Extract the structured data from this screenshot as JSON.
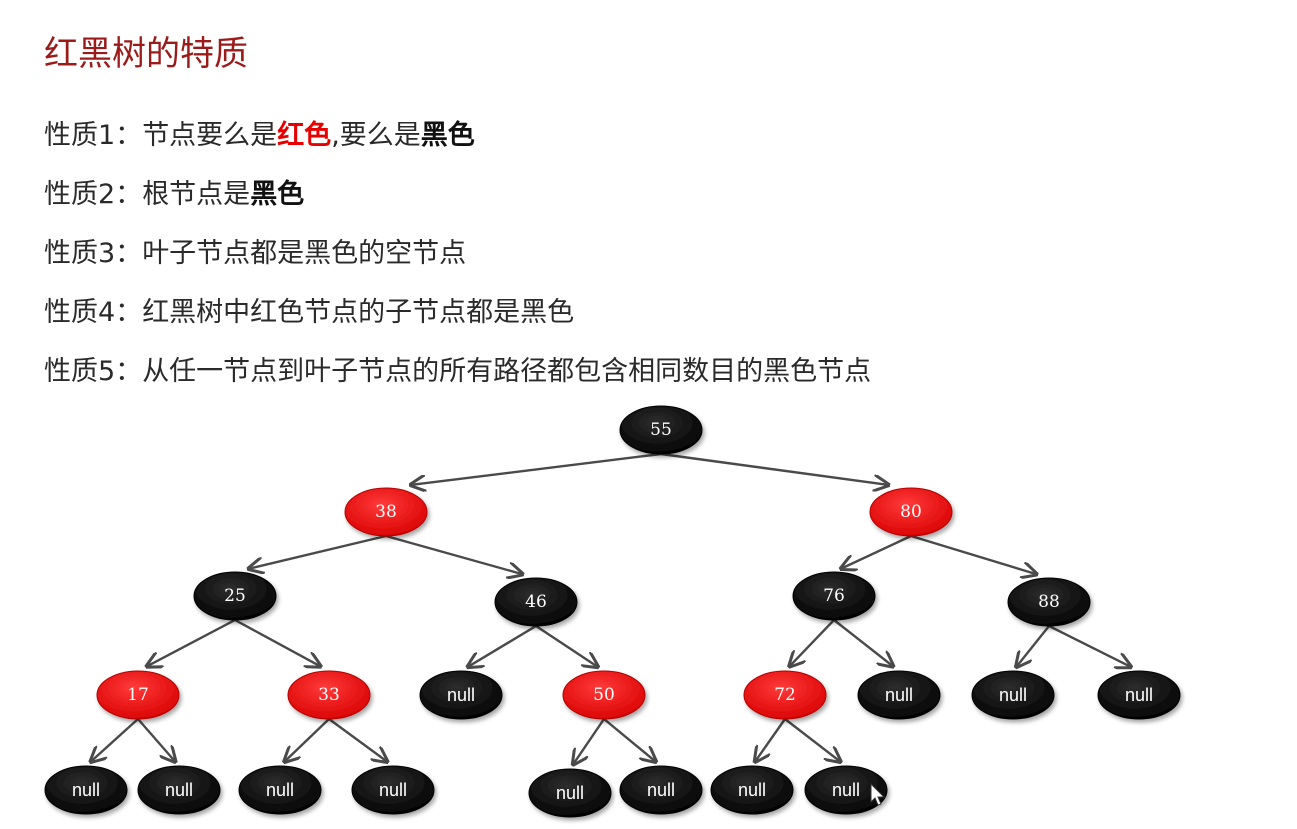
{
  "title": "红黑树的特质",
  "properties": [
    {
      "prefix": "性质1：",
      "parts": [
        {
          "text": "节点要么是",
          "style": "normal"
        },
        {
          "text": "红色",
          "style": "red"
        },
        {
          "text": ",要么是",
          "style": "normal"
        },
        {
          "text": "黑色",
          "style": "black"
        }
      ]
    },
    {
      "prefix": "性质2：",
      "parts": [
        {
          "text": "根节点是",
          "style": "normal"
        },
        {
          "text": "黑色",
          "style": "black"
        }
      ]
    },
    {
      "prefix": "性质3：",
      "parts": [
        {
          "text": "叶子节点都是黑色的空节点",
          "style": "normal"
        }
      ]
    },
    {
      "prefix": "性质4：",
      "parts": [
        {
          "text": "红黑树中红色节点的子节点都是黑色",
          "style": "normal"
        }
      ]
    },
    {
      "prefix": "性质5：",
      "parts": [
        {
          "text": "从任一节点到叶子节点的所有路径都包含相同数目的黑色节点",
          "style": "normal"
        }
      ]
    }
  ],
  "colors": {
    "red_node": "#ee0000",
    "black_node": "#000000",
    "node_text": "#ffffff",
    "title": "#9b1b1b",
    "highlight_red": "#e60000"
  },
  "tree": {
    "nodes": [
      {
        "id": "n55",
        "label": "55",
        "color": "black"
      },
      {
        "id": "n38",
        "label": "38",
        "color": "red"
      },
      {
        "id": "n80",
        "label": "80",
        "color": "red"
      },
      {
        "id": "n25",
        "label": "25",
        "color": "black"
      },
      {
        "id": "n46",
        "label": "46",
        "color": "black"
      },
      {
        "id": "n76",
        "label": "76",
        "color": "black"
      },
      {
        "id": "n88",
        "label": "88",
        "color": "black"
      },
      {
        "id": "n17",
        "label": "17",
        "color": "red"
      },
      {
        "id": "n33",
        "label": "33",
        "color": "red"
      },
      {
        "id": "nl46",
        "label": "null",
        "color": "black"
      },
      {
        "id": "n50",
        "label": "50",
        "color": "red"
      },
      {
        "id": "n72",
        "label": "72",
        "color": "red"
      },
      {
        "id": "nr76",
        "label": "null",
        "color": "black"
      },
      {
        "id": "nl88",
        "label": "null",
        "color": "black"
      },
      {
        "id": "nr88",
        "label": "null",
        "color": "black"
      },
      {
        "id": "nl17",
        "label": "null",
        "color": "black"
      },
      {
        "id": "nr17",
        "label": "null",
        "color": "black"
      },
      {
        "id": "nl33",
        "label": "null",
        "color": "black"
      },
      {
        "id": "nr33",
        "label": "null",
        "color": "black"
      },
      {
        "id": "nl50",
        "label": "null",
        "color": "black"
      },
      {
        "id": "nr50",
        "label": "null",
        "color": "black"
      },
      {
        "id": "nl72",
        "label": "null",
        "color": "black"
      },
      {
        "id": "nr72",
        "label": "null",
        "color": "black"
      }
    ],
    "edges": [
      [
        "n55",
        "n38"
      ],
      [
        "n55",
        "n80"
      ],
      [
        "n38",
        "n25"
      ],
      [
        "n38",
        "n46"
      ],
      [
        "n80",
        "n76"
      ],
      [
        "n80",
        "n88"
      ],
      [
        "n25",
        "n17"
      ],
      [
        "n25",
        "n33"
      ],
      [
        "n46",
        "nl46"
      ],
      [
        "n46",
        "n50"
      ],
      [
        "n76",
        "n72"
      ],
      [
        "n76",
        "nr76"
      ],
      [
        "n88",
        "nl88"
      ],
      [
        "n88",
        "nr88"
      ],
      [
        "n17",
        "nl17"
      ],
      [
        "n17",
        "nr17"
      ],
      [
        "n33",
        "nl33"
      ],
      [
        "n33",
        "nr33"
      ],
      [
        "n50",
        "nl50"
      ],
      [
        "n50",
        "nr50"
      ],
      [
        "n72",
        "nl72"
      ],
      [
        "n72",
        "nr72"
      ]
    ]
  }
}
